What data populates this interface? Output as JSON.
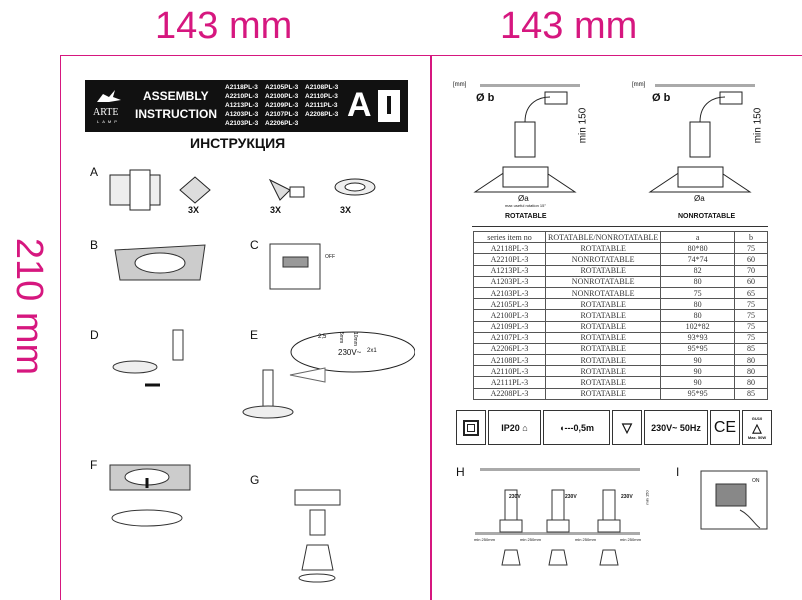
{
  "dimensions": {
    "width_left": "143 mm",
    "width_right": "143 mm",
    "height": "210 mm"
  },
  "header": {
    "brand": "ARTE",
    "brand_sub": "LAMP",
    "title_line1": "ASSEMBLY",
    "title_line2": "INSTRUCTION",
    "badge": "A",
    "codes": [
      "A2118PL-3",
      "A2105PL-3",
      "A2108PL-3",
      "A2210PL-3",
      "A2100PL-3",
      "A2110PL-3",
      "A1213PL-3",
      "A2109PL-3",
      "A2111PL-3",
      "A1203PL-3",
      "A2107PL-3",
      "A2208PL-3",
      "A2103PL-3",
      "A2206PL-3"
    ]
  },
  "subtitle": "ИНСТРУКЦИЯ",
  "steps": {
    "A": "A",
    "B": "B",
    "C": "C",
    "D": "D",
    "E": "E",
    "F": "F",
    "G": "G",
    "H": "H",
    "I": "I"
  },
  "step_a": {
    "qty1": "3X",
    "qty2": "3X",
    "qty3": "3X"
  },
  "step_c": {
    "off": "OFF"
  },
  "step_e": {
    "wire": "2,5",
    "strip1": "5mm",
    "strip2": "10mm",
    "voltage": "230V~",
    "terminal": "2x1"
  },
  "diagrams": {
    "unit": "[mm]",
    "diameter_b": "Ø b",
    "min_height": "min 150",
    "diameter_a": "Øa",
    "rotation_note": "max useful rotation 15°",
    "rotatable": "ROTATABLE",
    "nonrotatable": "NONROTATABLE"
  },
  "table": {
    "headers": [
      "series item no",
      "ROTATABLE/NONROTATABLE",
      "a",
      "b"
    ],
    "rows": [
      [
        "A2118PL-3",
        "ROTATABLE",
        "80*80",
        "75"
      ],
      [
        "A2210PL-3",
        "NONROTATABLE",
        "74*74",
        "60"
      ],
      [
        "A1213PL-3",
        "ROTATABLE",
        "82",
        "70"
      ],
      [
        "A1203PL-3",
        "NONROTATABLE",
        "80",
        "60"
      ],
      [
        "A2103PL-3",
        "NONROTATABLE",
        "75",
        "65"
      ],
      [
        "A2105PL-3",
        "ROTATABLE",
        "80",
        "75"
      ],
      [
        "A2100PL-3",
        "ROTATABLE",
        "80",
        "75"
      ],
      [
        "A2109PL-3",
        "ROTATABLE",
        "102*82",
        "75"
      ],
      [
        "A2107PL-3",
        "ROTATABLE",
        "93*93",
        "75"
      ],
      [
        "A2206PL-3",
        "ROTATABLE",
        "95*95",
        "85"
      ],
      [
        "A2108PL-3",
        "ROTATABLE",
        "90",
        "80"
      ],
      [
        "A2110PL-3",
        "ROTATABLE",
        "90",
        "80"
      ],
      [
        "A2111PL-3",
        "ROTATABLE",
        "90",
        "80"
      ],
      [
        "A2208PL-3",
        "ROTATABLE",
        "95*95",
        "85"
      ]
    ]
  },
  "icons": {
    "ip": "IP20",
    "distance": "0,5m",
    "voltage": "230V~ 50Hz",
    "ce": "CE",
    "lamp_type": "GU10",
    "lamp_max": "Max. 50W"
  },
  "step_h": {
    "voltage": "230V",
    "spacing": "min 250mm",
    "height": "min 150"
  },
  "step_i": {
    "on": "ON"
  }
}
